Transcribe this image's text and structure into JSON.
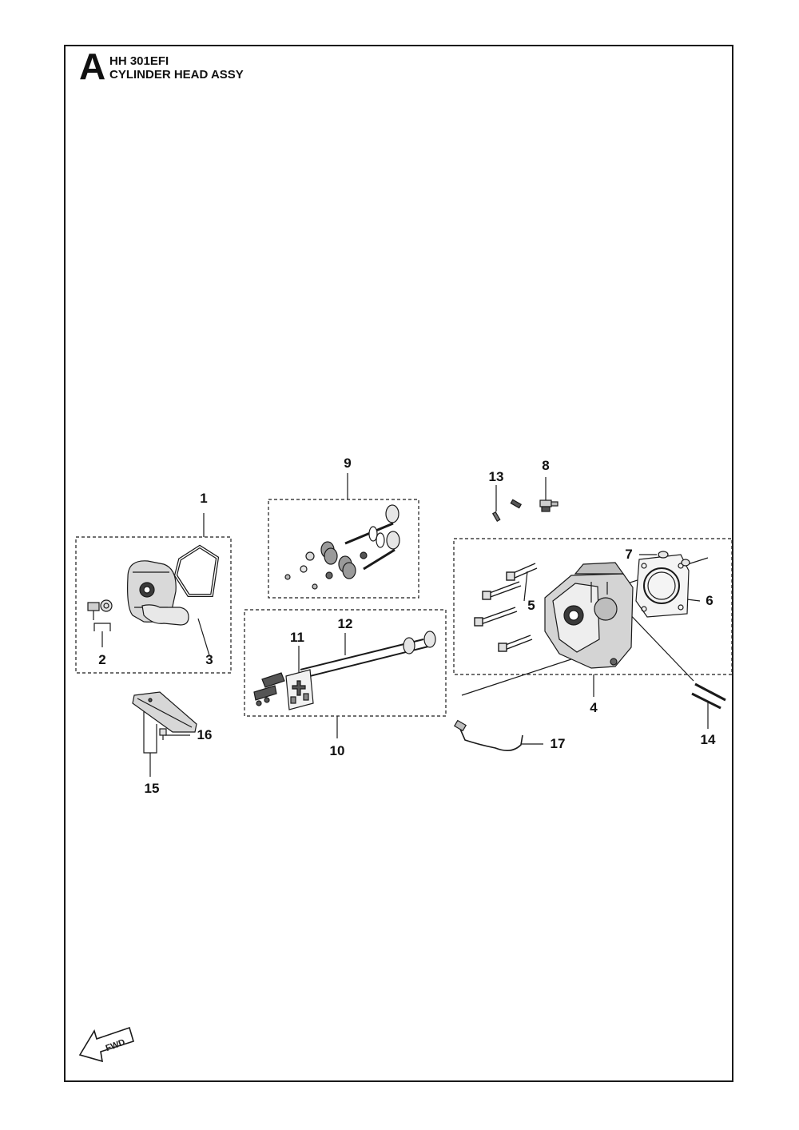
{
  "header": {
    "section_letter": "A",
    "model": "HH 301EFI",
    "assembly_name": "CYLINDER HEAD ASSY"
  },
  "callouts": [
    "1",
    "2",
    "3",
    "4",
    "5",
    "6",
    "7",
    "8",
    "9",
    "10",
    "11",
    "12",
    "13",
    "14",
    "15",
    "16",
    "17"
  ],
  "fwd_label": "FWD",
  "colors": {
    "line": "#1a1a1a",
    "part_fill": "#d9d9d9",
    "part_dark": "#3a3a3a"
  }
}
